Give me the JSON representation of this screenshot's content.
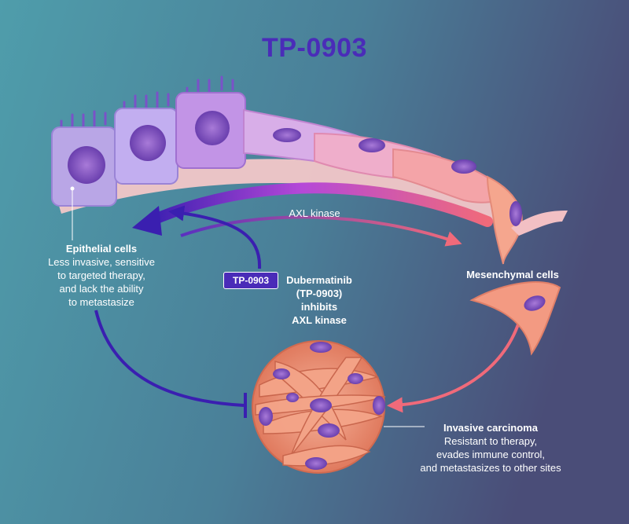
{
  "title": "TP-0903",
  "axl_label": "AXL kinase",
  "epithelial": {
    "heading": "Epithelial cells",
    "lines": [
      "Less invasive, sensitive",
      "to targeted therapy,",
      "and lack the ability",
      "to metastasize"
    ]
  },
  "mesenchymal": {
    "heading": "Mesenchymal cells"
  },
  "drug": {
    "badge": "TP-0903",
    "lines": [
      "Dubermatinib",
      "(TP-0903)",
      "inhibits",
      "AXL kinase"
    ]
  },
  "carcinoma": {
    "heading": "Invasive carcinoma",
    "lines": [
      "Resistant to therapy,",
      "evades immune control,",
      "and metastasizes to other sites"
    ]
  },
  "colors": {
    "background_left": "#4d9aa8",
    "background_right": "#4a4f78",
    "title": "#4a2cb8",
    "inhibition_arrow": "#3a1fb0",
    "transition_arrow": "#f07080",
    "epithelial_cell": "#b9a6e6",
    "mesenchymal_cell": "#f39a82",
    "nucleus": "#8a5fc6"
  }
}
